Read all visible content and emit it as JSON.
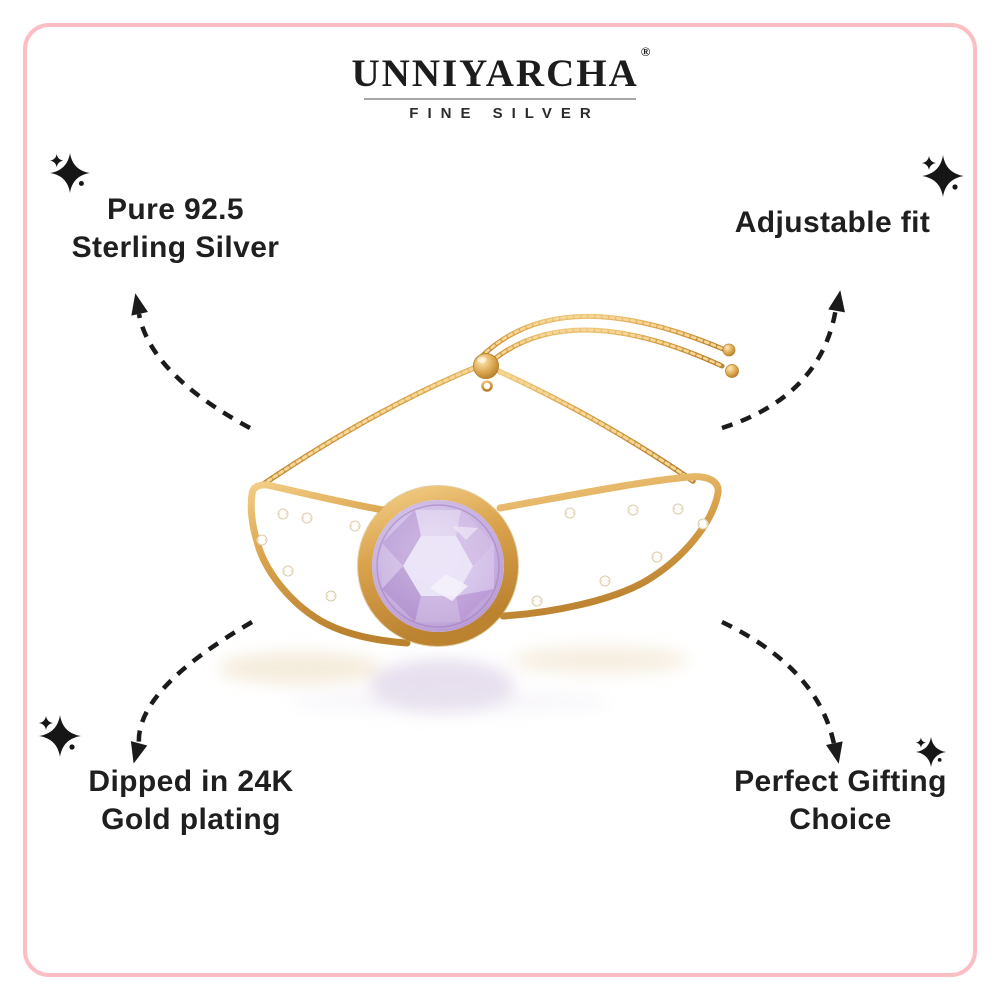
{
  "brand": {
    "name": "UNNIYARCHA",
    "registered_mark": "®",
    "tagline": "FINE SILVER"
  },
  "features": {
    "top_left": {
      "label": "Pure 92.5\nSterling Silver"
    },
    "top_right": {
      "label": "Adjustable fit"
    },
    "bottom_left": {
      "label": "Dipped in 24K\nGold plating"
    },
    "bottom_right": {
      "label": "Perfect Gifting\nChoice"
    }
  },
  "illustration": {
    "subject": "adjustable gold-plated bracelet with round lavender gemstone, lattice wings, box chain and slider bead",
    "icons": {
      "sparkle": "four-point-sparkle",
      "arrow": "dashed-curved-arrow"
    }
  },
  "style": {
    "border_color": "#fbbec3",
    "text_color": "#1f1f1f",
    "arrow_color": "#1b1b1b",
    "gold": "#d9a24b",
    "stone": "#c9aede",
    "background": "#ffffff"
  }
}
